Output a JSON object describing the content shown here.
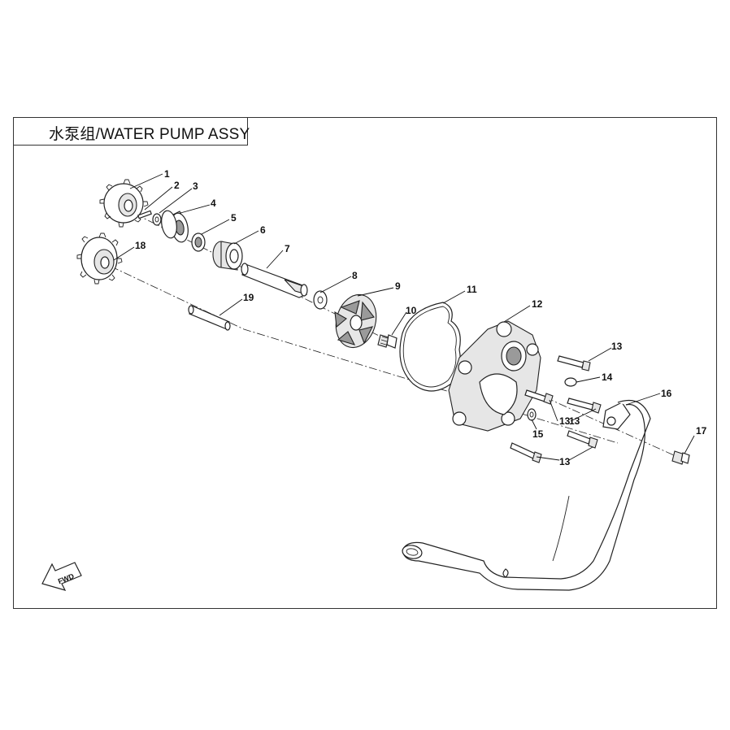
{
  "title": "水泵组/WATER PUMP ASSY",
  "callouts": [
    "1",
    "2",
    "3",
    "4",
    "5",
    "6",
    "7",
    "8",
    "9",
    "10",
    "11",
    "12",
    "13",
    "13",
    "13",
    "13",
    "14",
    "15",
    "16",
    "17",
    "18",
    "19"
  ],
  "fwd_label": "FWD"
}
